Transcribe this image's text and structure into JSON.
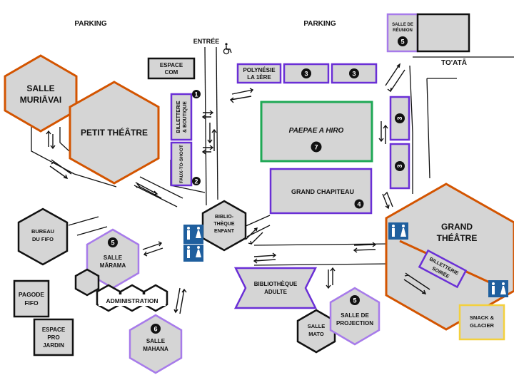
{
  "labels": {
    "parking_left": "PARKING",
    "parking_right": "PARKING",
    "entree": "ENTRÉE",
    "toata": "TO'ATĀ"
  },
  "colors": {
    "orange": "#d35400",
    "purple": "#6a2fd6",
    "lavender": "#a77bea",
    "green": "#1fa855",
    "yellow": "#f3d03e",
    "grey": "#d5d5d5",
    "restroom_blue": "#1f5f9e",
    "dark": "#111111"
  },
  "venues": {
    "salle_muriavai": {
      "line1": "SALLE",
      "line2": "MURIĀVAI"
    },
    "petit_theatre": {
      "line1": "PETIT THÉÂTRE"
    },
    "espace_com": {
      "line1": "ESPACE",
      "line2": "COM"
    },
    "billetterie_boutique": {
      "line1": "BILLETTERIE",
      "line2": "& BOUTIQUE",
      "number": "1"
    },
    "faux_to_shoot": {
      "line1": "FAUX-TO-SHOOT",
      "number": "2"
    },
    "polynesie": {
      "line1": "POLYNÉSIE",
      "line2": "LA 1ÈRE"
    },
    "booth_3a": {
      "number": "3"
    },
    "booth_3b": {
      "number": "3"
    },
    "booth_3c": {
      "number": "3"
    },
    "booth_3d": {
      "number": "3"
    },
    "salle_reunion": {
      "line1": "SALLE DE",
      "line2": "RÉUNION",
      "number": "5"
    },
    "paepae": {
      "line1": "PAEPAE A HIRO",
      "number": "7"
    },
    "grand_chapiteau": {
      "line1": "GRAND CHAPITEAU",
      "number": "4"
    },
    "grand_theatre": {
      "line1": "GRAND",
      "line2": "THÉÂTRE"
    },
    "billetterie_soiree": {
      "line1": "BILLETTERIE",
      "line2": "SOIRÉE"
    },
    "bibliotheque_enfant": {
      "line1": "BIBLIO-",
      "line2": "THÈQUE",
      "line3": "ENFANT"
    },
    "bureau_fifo": {
      "line1": "BUREAU",
      "line2": "DU FIFO"
    },
    "salle_marama": {
      "line1": "SALLE",
      "line2": "MĀRAMA",
      "number": "5"
    },
    "administration": {
      "line1": "ADMINISTRATION"
    },
    "pagode_fifo": {
      "line1": "PAGODE",
      "line2": "FIFO"
    },
    "espace_pro": {
      "line1": "ESPACE",
      "line2": "PRO",
      "line3": "JARDIN"
    },
    "salle_mahana": {
      "line1": "SALLE",
      "line2": "MAHANA",
      "number": "6"
    },
    "bibliotheque_adulte": {
      "line1": "BIBLIOTHÈQUE",
      "line2": "ADULTE"
    },
    "salle_mato": {
      "line1": "SALLE",
      "line2": "MATO"
    },
    "salle_projection": {
      "line1": "SALLE DE",
      "line2": "PROJECTION",
      "number": "5"
    },
    "snack": {
      "line1": "SNACK &",
      "line2": "GLACIER"
    }
  },
  "icons": [
    "wheelchair-icon",
    "restroom-icon"
  ]
}
